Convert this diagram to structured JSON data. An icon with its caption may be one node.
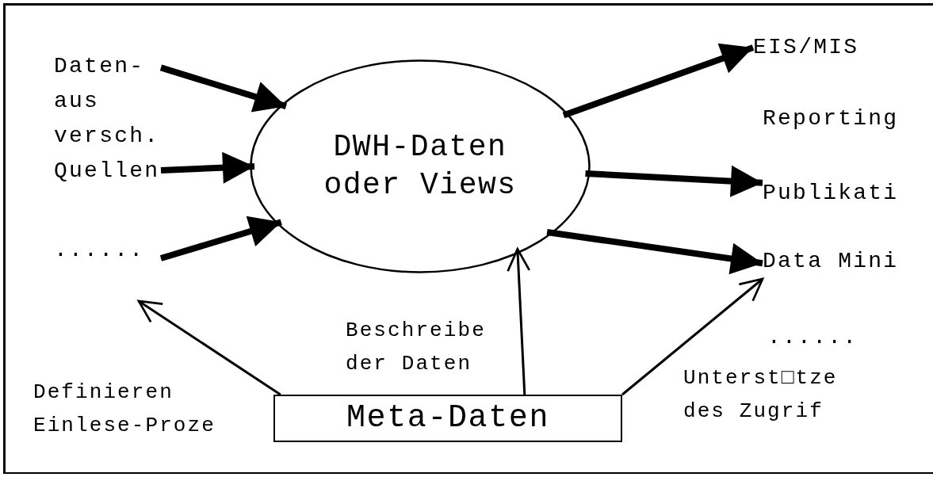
{
  "diagram": {
    "nodes": [
      {
        "text": [
          "Daten- aus versch. Quellen"
        ]
      },
      {
        "text": [
          "......"
        ]
      },
      {
        "text": [
          "DWH-Daten oder Views"
        ]
      },
      {
        "text": [
          "EIS/MIS"
        ]
      },
      {
        "text": [
          "Publikati"
        ]
      },
      {
        "text": [
          "Data Mini"
        ]
      },
      {
        "text": [
          "Meta-Daten"
        ]
      }
    ],
    "edges": [
      {
        "from": 0,
        "to": 2,
        "arrow": "to"
      },
      {
        "from": 0,
        "to": 2,
        "arrow": "to"
      },
      {
        "from": 1,
        "to": 2,
        "arrow": "to"
      },
      {
        "from": 2,
        "to": 3,
        "arrow": "to"
      },
      {
        "from": 2,
        "to": 4,
        "arrow": "to"
      },
      {
        "from": 2,
        "to": 5,
        "arrow": "to"
      },
      {
        "from": 6,
        "to": 2,
        "arrow": "to",
        "label": "Beschreibe der Daten"
      },
      {
        "from": 6,
        "to": null,
        "arrow": "to",
        "label": "Definieren Einlese-Proze"
      },
      {
        "from": 6,
        "to": 5,
        "arrow": "to",
        "label": "Unterst□tze des Zugrif"
      }
    ],
    "labels": [
      "Reporting",
      "......"
    ]
  }
}
